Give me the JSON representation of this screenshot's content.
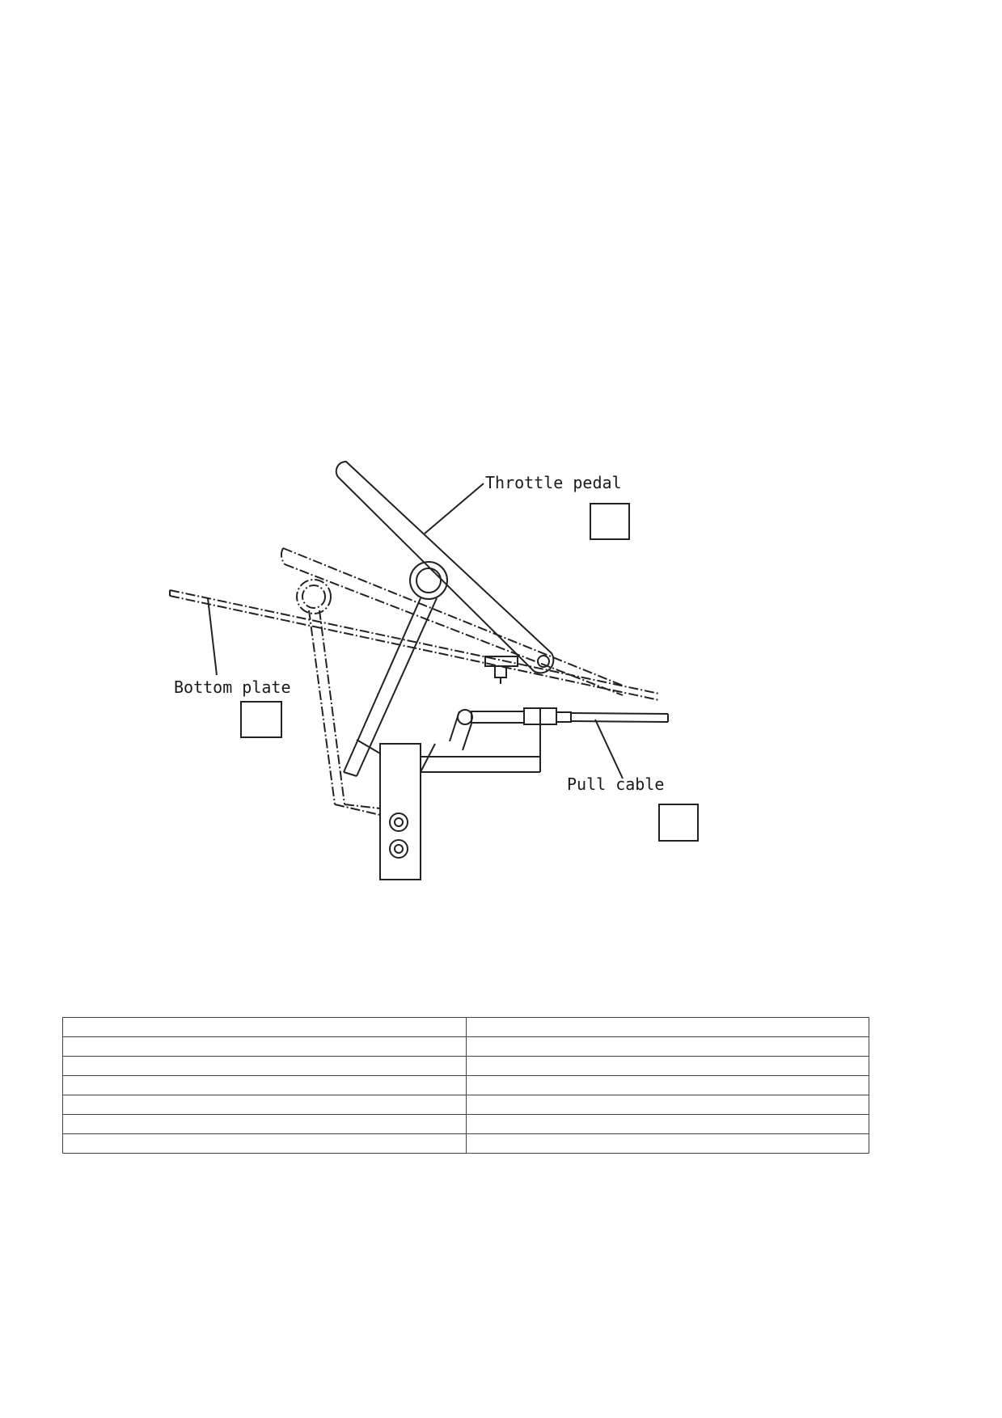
{
  "labels": {
    "throttle_pedal": "Throttle pedal",
    "bottom_plate": "Bottom plate",
    "pull_cable": "Pull cable"
  },
  "table": {
    "rows": [
      [
        "",
        ""
      ],
      [
        "",
        ""
      ],
      [
        "",
        ""
      ],
      [
        "",
        ""
      ],
      [
        "",
        ""
      ],
      [
        "",
        ""
      ],
      [
        "",
        ""
      ]
    ]
  }
}
